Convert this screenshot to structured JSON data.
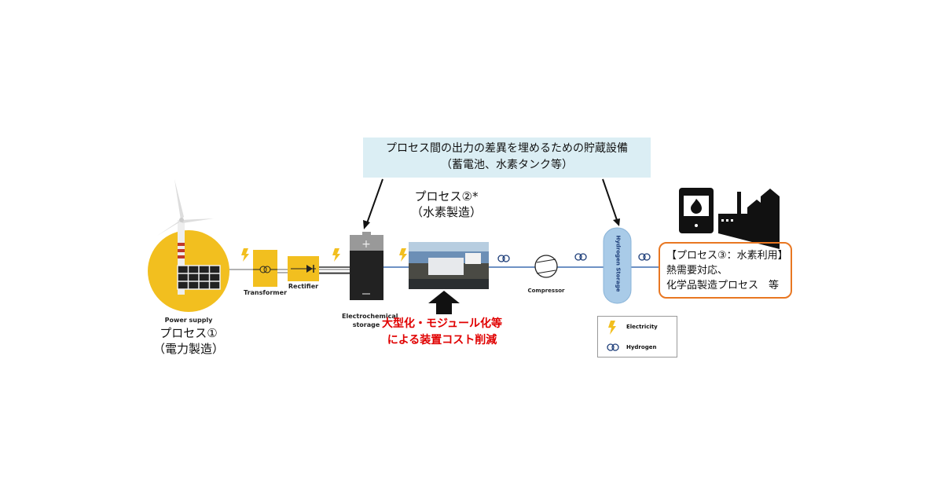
{
  "storage_callout": {
    "line1": "プロセス間の出力の差異を埋めるための貯蔵設備",
    "line2": "（蓄電池、水素タンク等）"
  },
  "process1": {
    "caption": "Power supply",
    "title": "プロセス①",
    "subtitle": "（電力製造）"
  },
  "transformer_label": "Transformer",
  "rectifier_label": "Rectifier",
  "battery_label": "Electrochemical storage",
  "process2": {
    "title": "プロセス②*",
    "subtitle": "（水素製造）"
  },
  "cost_reduction": {
    "line1": "大型化・モジュール化等",
    "line2": "による装置コスト削減"
  },
  "compressor_label": "Compressor",
  "hydrogen_storage_label": "Hydrogen Storage",
  "process3": {
    "line1": "【プロセス③：水素利用】",
    "line2": "熱需要対応、",
    "line3": "化学品製造プロセス　等"
  },
  "legend": {
    "electricity": "Electricity",
    "hydrogen": "Hydrogen"
  },
  "colors": {
    "yellow": "#f2bf1f",
    "orange": "#e87722",
    "red": "#e00000",
    "callout_bg": "#dbeef4",
    "hydrogen_tank": "#a9cbe8",
    "pipe": "#3f6fb0"
  }
}
